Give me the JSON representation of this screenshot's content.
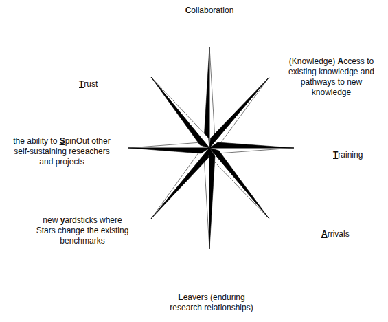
{
  "diagram": {
    "labels": [
      "Collaboration",
      "(Knowledge) Access to existing knowledge and pathways to new knowledge",
      "Trust",
      "the ability to SpinOut other self-sustaining reseachers and projects",
      "Training",
      "new yardsticks where Stars change the existing benchmarks",
      "Arrivals",
      "Leavers (enduring research relationships)"
    ]
  }
}
